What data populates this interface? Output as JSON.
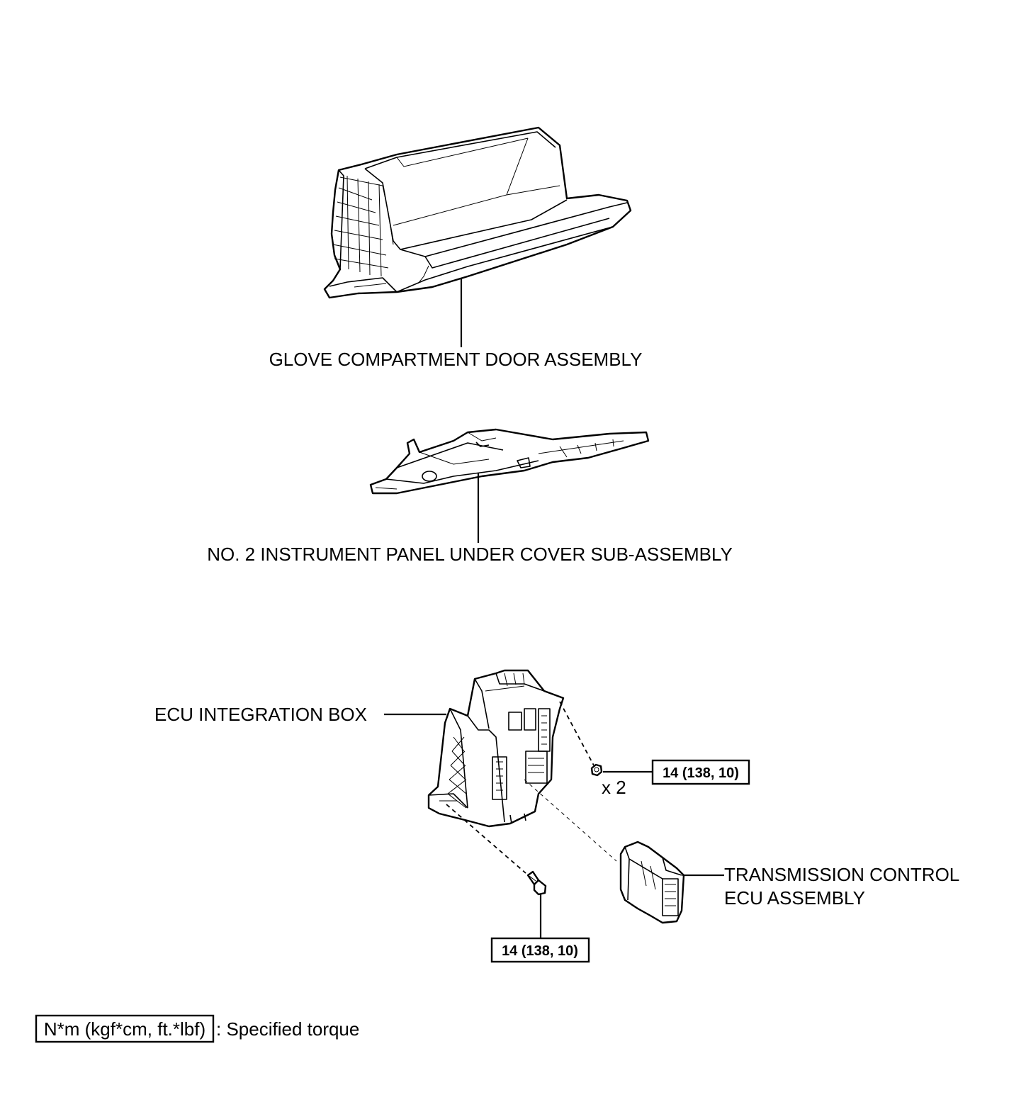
{
  "labels": {
    "glove_compartment_door": "GLOVE COMPARTMENT DOOR ASSEMBLY",
    "under_cover": "NO. 2 INSTRUMENT PANEL UNDER COVER SUB-ASSEMBLY",
    "ecu_integration_box": "ECU INTEGRATION BOX",
    "tcm_line1": "TRANSMISSION CONTROL",
    "tcm_line2": "ECU ASSEMBLY",
    "nut_quantity": "x 2"
  },
  "torque_specs": {
    "nut": "14 (138, 10)",
    "bolt": "14 (138, 10)"
  },
  "legend": {
    "unit_box": "N*m (kgf*cm, ft.*lbf)",
    "description": ": Specified torque"
  }
}
